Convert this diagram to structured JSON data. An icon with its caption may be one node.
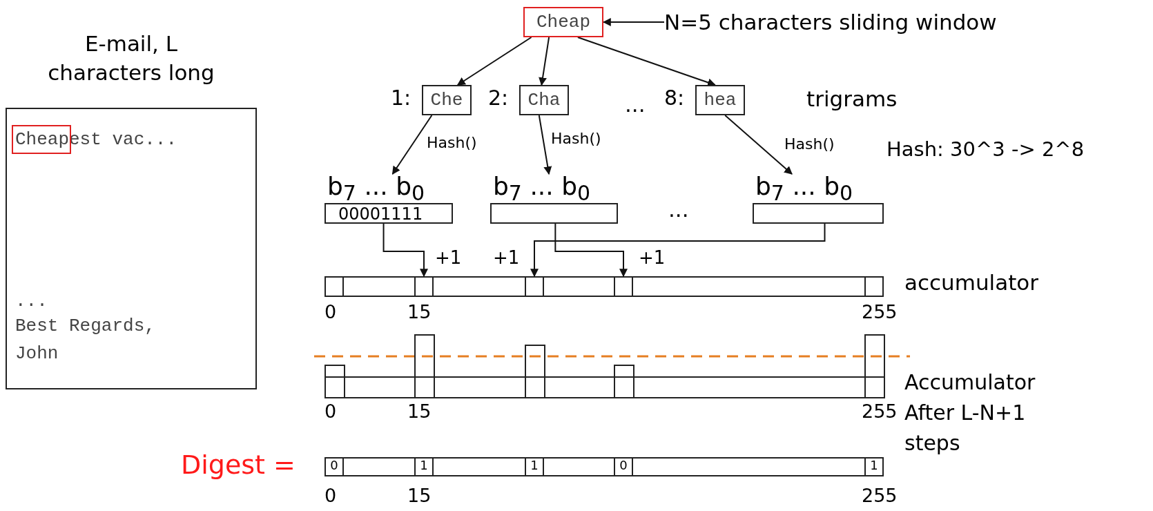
{
  "diagram": {
    "nodes": [
      {
        "text": [
          "E-mail, L characters long",
          "Cheapest vac...",
          "...",
          "Best Regards, John"
        ]
      },
      {
        "text": [
          "Cheap"
        ]
      },
      {
        "text": [
          "N=5 characters sliding window"
        ]
      },
      {
        "text": [
          "Che"
        ],
        "beside": [
          "1:"
        ]
      },
      {
        "text": [
          "Cha"
        ],
        "beside": [
          "2:"
        ]
      },
      {
        "text": [
          "hea"
        ],
        "beside": [
          "8:"
        ]
      },
      {
        "text": [
          "b$_{7}$ ... b$_{0}$",
          "00001111"
        ]
      },
      {
        "text": [
          "b$_{7}$ ... b$_{0}$"
        ]
      },
      {
        "text": [
          "b$_{7}$ ... b$_{0}$"
        ]
      },
      {
        "text": [
          "accumulator"
        ]
      },
      {
        "text": [],
        "shape": "box",
        "in": 9
      },
      {
        "text": [],
        "shape": "box",
        "in": 9
      },
      {
        "text": [],
        "shape": "box",
        "in": 9
      },
      {
        "text": [],
        "shape": "box",
        "in": 9
      },
      {
        "text": [],
        "shape": "box",
        "in": 9
      },
      {
        "text": [
          "Accumulator After L-N+1 steps"
        ]
      },
      {
        "text": [
          "Digest ="
        ]
      },
      {
        "text": [
          "0"
        ],
        "in": 16
      },
      {
        "text": [
          "1"
        ],
        "in": 16
      },
      {
        "text": [
          "1"
        ],
        "in": 16
      },
      {
        "text": [
          "0"
        ],
        "in": 16
      },
      {
        "text": [
          "1"
        ],
        "in": 16
      }
    ],
    "edges": [
      {
        "from": 2,
        "to": 1,
        "arrow": "to"
      },
      {
        "from": 1,
        "to": 3,
        "arrow": "to"
      },
      {
        "from": 1,
        "to": 4,
        "arrow": "to"
      },
      {
        "from": 1,
        "to": 5,
        "arrow": "to"
      },
      {
        "from": 3,
        "to": 6,
        "arrow": "to",
        "label": "Hash()"
      },
      {
        "from": 4,
        "to": 7,
        "arrow": "to",
        "label": "Hash()"
      },
      {
        "from": 5,
        "to": 8,
        "arrow": "to",
        "label": "Hash()"
      },
      {
        "from": 6,
        "to": 11,
        "arrow": "to",
        "label": "+1"
      },
      {
        "from": 8,
        "to": 12,
        "arrow": "to",
        "label": "+1"
      },
      {
        "from": 7,
        "to": 13,
        "arrow": "to",
        "label": "+1"
      }
    ],
    "labels": [
      "...",
      "trigrams",
      "Hash: 30^3 -> 2^8",
      "...",
      "0",
      "15",
      "255",
      "0",
      "15",
      "255",
      "0",
      "15",
      "255"
    ]
  }
}
